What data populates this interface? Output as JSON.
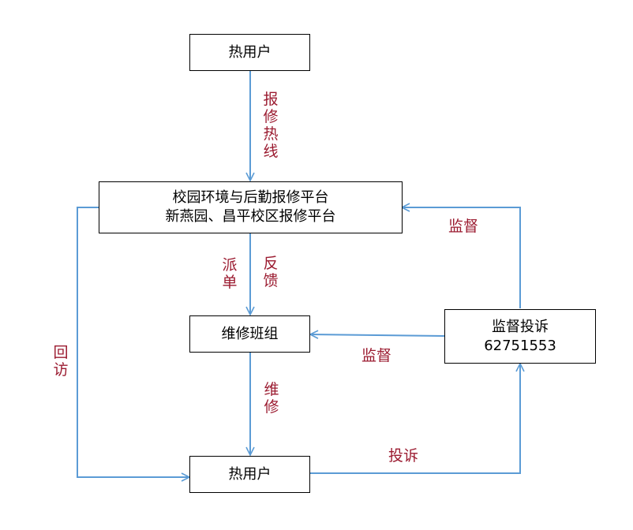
{
  "colors": {
    "arrow": "#5b9bd5",
    "label": "#9b1b30",
    "box_border": "#000000"
  },
  "nodes": {
    "user_top": "热用户",
    "platform": [
      "校园环境与后勤报修平台",
      "新燕园、昌平校区报修平台"
    ],
    "repair_team": "维修班组",
    "complaint": [
      "监督投诉",
      "62751553"
    ],
    "user_bottom": "热用户"
  },
  "edge_labels": {
    "repair_hotline": "报修热线",
    "dispatch": "派单",
    "feedback": "反馈",
    "repair": "维修",
    "callback": "回访",
    "supervise_platform": "监督",
    "supervise_team": "监督",
    "complain": "投诉"
  }
}
